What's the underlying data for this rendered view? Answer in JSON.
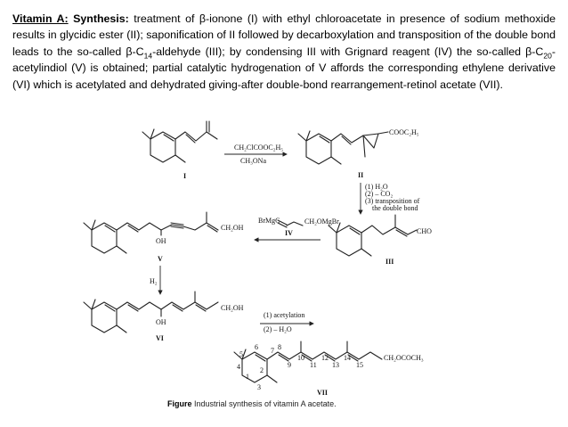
{
  "paragraph": {
    "heading": "Vitamin A:",
    "subheading": "Synthesis:",
    "text_1": " treatment of β-ionone (I) with ethyl chloroacetate in presence of sodium methoxide results in glycidic ester (II); saponification of II followed by decarboxylation and transposition of the double bond leads to the so-called β-C",
    "sub_1": "14",
    "text_2": "-aldehyde (III); by condensing III with Grignard reagent (IV) the so-called β-C",
    "sub_2": "20",
    "text_3": "-acetylindiol (V) is obtained; partial catalytic hydrogenation of V affords the corresponding ethylene derivative (VI) which is acetylated and dehydrated giving-after double-bond rearrangement-retinol acetate (VII)."
  },
  "scheme": {
    "compound_labels": [
      "I",
      "II",
      "III",
      "IV",
      "V",
      "VI",
      "VII"
    ],
    "step1_reagents": [
      "CH₂ClCOOC₂H₅",
      "CH₃ONa"
    ],
    "step2_reagents": [
      "(1) H₂O",
      "(2) – CO₂",
      "(3) transposition of",
      "the double bond"
    ],
    "step3_reagent": "H₂",
    "step4_reagents": [
      "(1) acetylation",
      "(2) – H₂O"
    ],
    "groups": {
      "ester_II": "COOC₂H₅",
      "cho_III": "CHO",
      "ch2oh_V": "CH₂OH",
      "grignard_IV_left": "BrMgC",
      "grignard_IV_right": "CH₂OMgBr",
      "oh_V": "OH",
      "ch2oh_VI": "CH₂OH",
      "oh_VI": "OH",
      "acetate_VII": "CH₂OCOCH₃"
    },
    "numbering_VII": [
      "1",
      "2",
      "3",
      "4",
      "5",
      "6",
      "7",
      "8",
      "9",
      "10",
      "11",
      "12",
      "13",
      "14",
      "15"
    ]
  },
  "caption": {
    "label": "Figure",
    "text": " Industrial synthesis of vitamin A acetate."
  }
}
